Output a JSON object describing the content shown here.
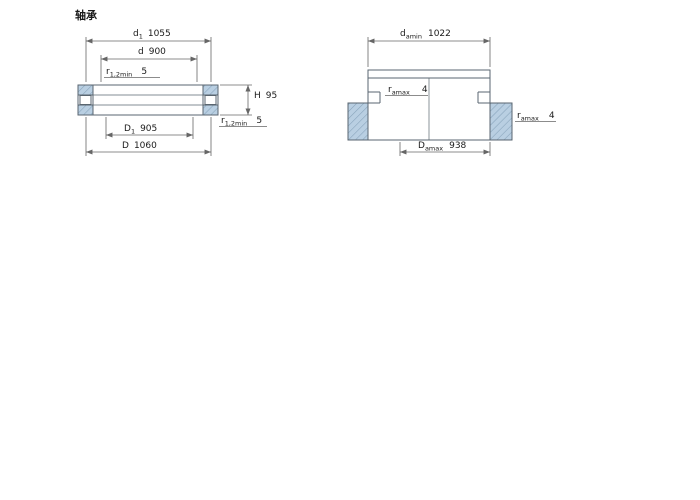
{
  "title": "轴承",
  "colors": {
    "line_color": "#5a6670",
    "dim_color": "#666666",
    "hatch_fill": "#b9cfe2",
    "hatch_line": "#87a3ba",
    "text_color": "#1a1a1a"
  },
  "left_view": {
    "d1": {
      "symbol": "d",
      "sub": "1",
      "value": "1055"
    },
    "d": {
      "symbol": "d",
      "value": "900"
    },
    "r_top": {
      "symbol": "r",
      "sub": "1,2min",
      "value": "5"
    },
    "H": {
      "symbol": "H",
      "value": "95"
    },
    "r_side": {
      "symbol": "r",
      "sub": "1,2min",
      "value": "5"
    },
    "D1": {
      "symbol": "D",
      "sub": "1",
      "value": "905"
    },
    "D": {
      "symbol": "D",
      "value": "1060"
    }
  },
  "right_view": {
    "d_amin": {
      "symbol": "d",
      "sub": "amin",
      "value": "1022"
    },
    "r_amax_left": {
      "symbol": "r",
      "sub": "amax",
      "value": "4"
    },
    "r_amax_right": {
      "symbol": "r",
      "sub": "amax",
      "value": "4"
    },
    "D_amax": {
      "symbol": "D",
      "sub": "amax",
      "value": "938"
    }
  }
}
